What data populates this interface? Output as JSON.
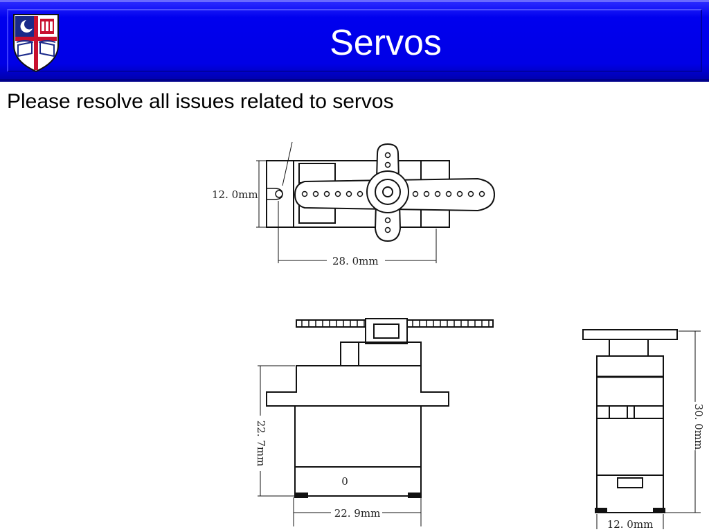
{
  "slide": {
    "title": "Servos",
    "subtitle": "Please resolve all issues related to servos"
  },
  "logo": {
    "icon": "university-shield-icon"
  },
  "drawing": {
    "top_view": {
      "dim_height": "12. 0mm",
      "dim_width": "28. 0mm"
    },
    "front_view": {
      "dim_height": "22. 7mm",
      "dim_width": "22. 9mm",
      "mark": "0"
    },
    "side_view": {
      "dim_height": "30. 0mm",
      "dim_width": "12. 0mm"
    }
  },
  "colors": {
    "title_bg": "#0000ee",
    "title_text": "#ffffff",
    "shield_red": "#c8102e",
    "shield_blue": "#1a2a8a"
  }
}
